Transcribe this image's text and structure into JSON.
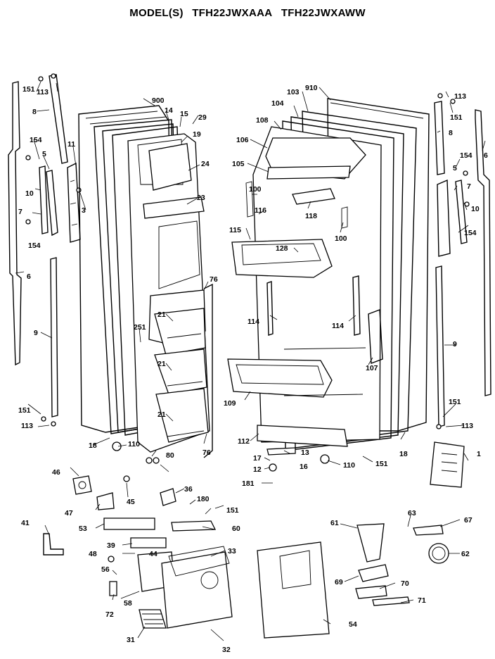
{
  "title": {
    "prefix": "MODEL(S)",
    "models": [
      "TFH22JWXAAA",
      "TFH22JWXAWW"
    ]
  },
  "callouts": [
    "1",
    "3",
    "5",
    "6",
    "7",
    "8",
    "9",
    "10",
    "11",
    "12",
    "13",
    "14",
    "15",
    "16",
    "17",
    "18",
    "19",
    "21",
    "23",
    "24",
    "29",
    "31",
    "32",
    "33",
    "36",
    "39",
    "41",
    "44",
    "45",
    "46",
    "47",
    "48",
    "53",
    "54",
    "56",
    "58",
    "60",
    "61",
    "62",
    "63",
    "67",
    "69",
    "70",
    "71",
    "72",
    "76",
    "80",
    "100",
    "103",
    "104",
    "105",
    "106",
    "107",
    "108",
    "109",
    "110",
    "112",
    "113",
    "114",
    "115",
    "116",
    "118",
    "128",
    "151",
    "154",
    "180",
    "181",
    "251",
    "900",
    "910"
  ]
}
